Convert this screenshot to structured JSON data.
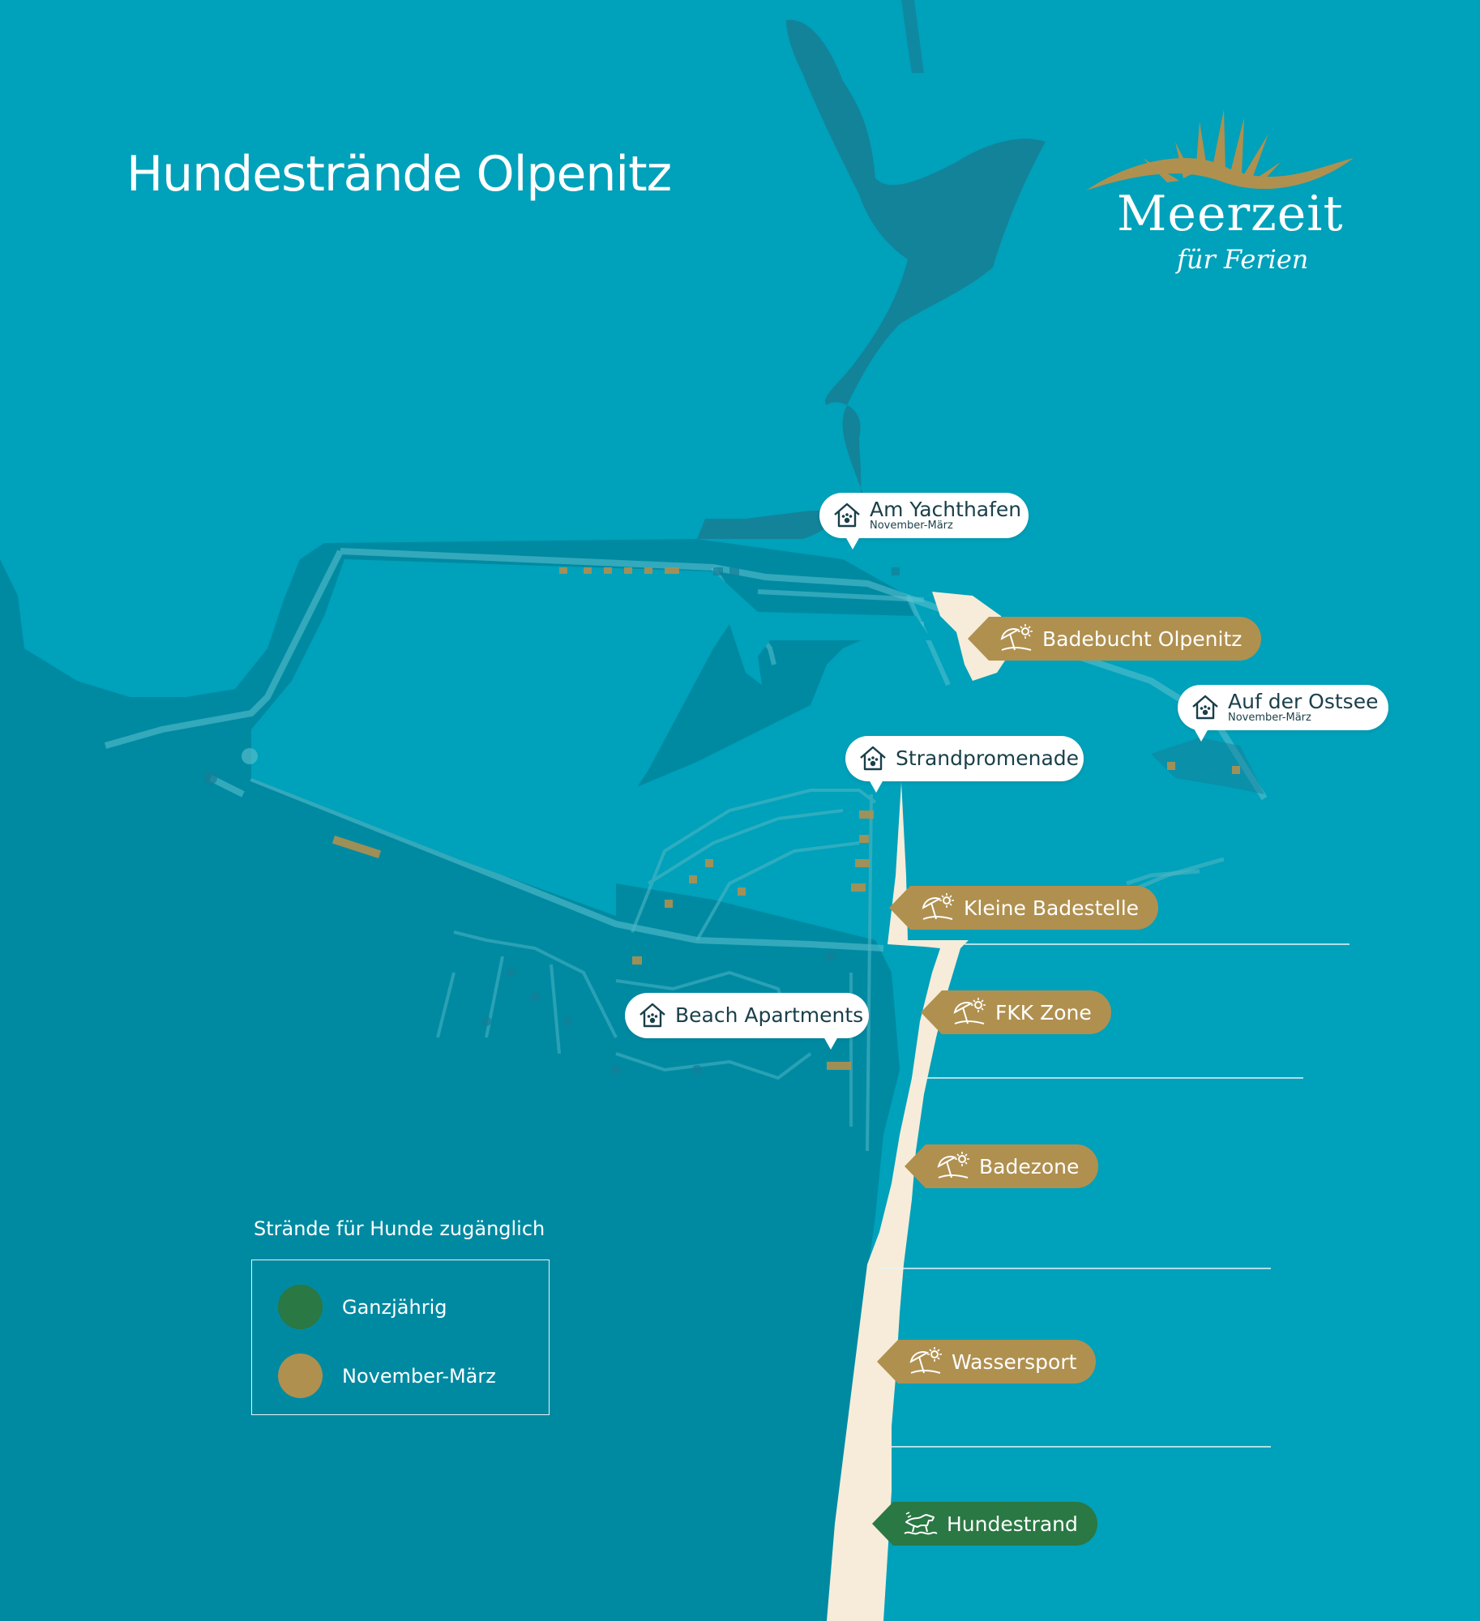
{
  "title": "Hundestrände Olpenitz",
  "logo": {
    "name": "Meerzeit",
    "tagline": "für Ferien"
  },
  "colors": {
    "sea_light": "#00a1ba",
    "sea_dark": "#008aa2",
    "water_channel": "#157f97",
    "sand": "#f6ecd9",
    "gold": "#b0904f",
    "green": "#2a7843",
    "label_text": "#1a3f4a"
  },
  "apartments": [
    {
      "label": "Am Yachthafen",
      "season": "November-März",
      "icon": "house-paw-icon"
    },
    {
      "label": "Auf der Ostsee",
      "season": "November-März",
      "icon": "house-paw-icon"
    },
    {
      "label": "Strandpromenade",
      "icon": "house-paw-icon"
    },
    {
      "label": "Beach Apartments",
      "icon": "house-paw-icon"
    }
  ],
  "beaches": [
    {
      "label": "Badebucht Olpenitz",
      "access": "November-März",
      "icon": "beach-umbrella-icon"
    },
    {
      "label": "Kleine Badestelle",
      "access": "November-März",
      "icon": "beach-umbrella-icon"
    },
    {
      "label": "FKK Zone",
      "access": "November-März",
      "icon": "beach-umbrella-icon"
    },
    {
      "label": "Badezone",
      "access": "November-März",
      "icon": "beach-umbrella-icon"
    },
    {
      "label": "Wassersport",
      "access": "November-März",
      "icon": "beach-umbrella-icon"
    },
    {
      "label": "Hundestrand",
      "access": "Ganzjährig",
      "icon": "dog-beach-icon"
    }
  ],
  "legend": {
    "title": "Strände für Hunde zugänglich",
    "items": [
      {
        "label": "Ganzjährig",
        "color": "#2a7843"
      },
      {
        "label": "November-März",
        "color": "#b0904f"
      }
    ]
  }
}
